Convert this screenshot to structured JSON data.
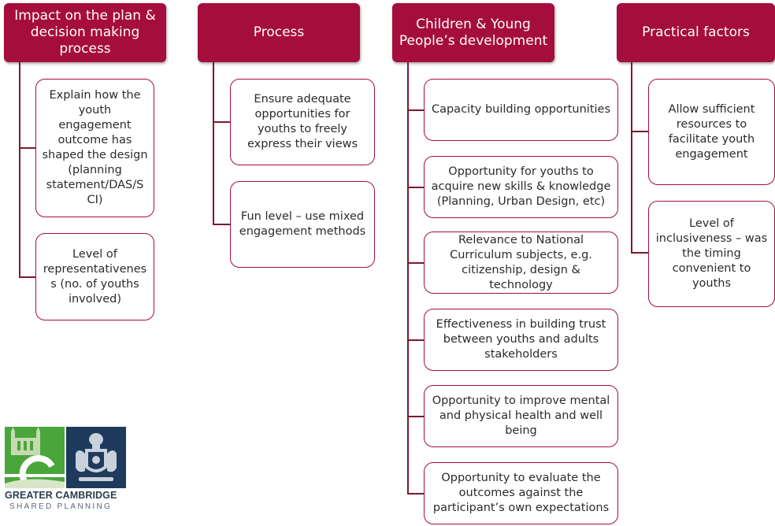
{
  "columns": [
    {
      "header": "Impact on the plan &\ndecision making\nprocess",
      "items": [
        "Explain how the\nyouth\nengagement\noutcome has\nshaped the design\n(planning\nstatement/DAS/S\nCI)",
        "Level of\nrepresentativenes\ns (no. of youths\ninvolved)"
      ]
    },
    {
      "header": "Process",
      "items": [
        "Ensure adequate\nopportunities for\nyouths to freely\nexpress their views",
        "Fun level – use mixed\nengagement methods"
      ]
    },
    {
      "header": "Children & Young\nPeople’s development",
      "items": [
        "Capacity building opportunities",
        "Opportunity for youths to\nacquire new skills & knowledge\n(Planning, Urban Design, etc)",
        "Relevance to National\nCurriculum subjects, e.g.\ncitizenship, design &\ntechnology",
        "Effectiveness in building trust\nbetween youths and adults\nstakeholders",
        "Opportunity to improve mental\nand physical health and well\nbeing",
        "Opportunity to evaluate the\noutcomes against the\nparticipant’s own expectations"
      ]
    },
    {
      "header": "Practical factors",
      "items": [
        "Allow sufficient\nresources to\nfacilitate youth\nengagement",
        "Level of\ninclusiveness – was\nthe timing\nconvenient to\nyouths"
      ]
    }
  ],
  "logo": {
    "line1": "GREATER CAMBRIDGE",
    "line2": "SHARED PLANNING"
  },
  "colors": {
    "accent": "#a50d3c",
    "logo_green": "#4aa63b",
    "logo_blue": "#1e3a5c"
  }
}
